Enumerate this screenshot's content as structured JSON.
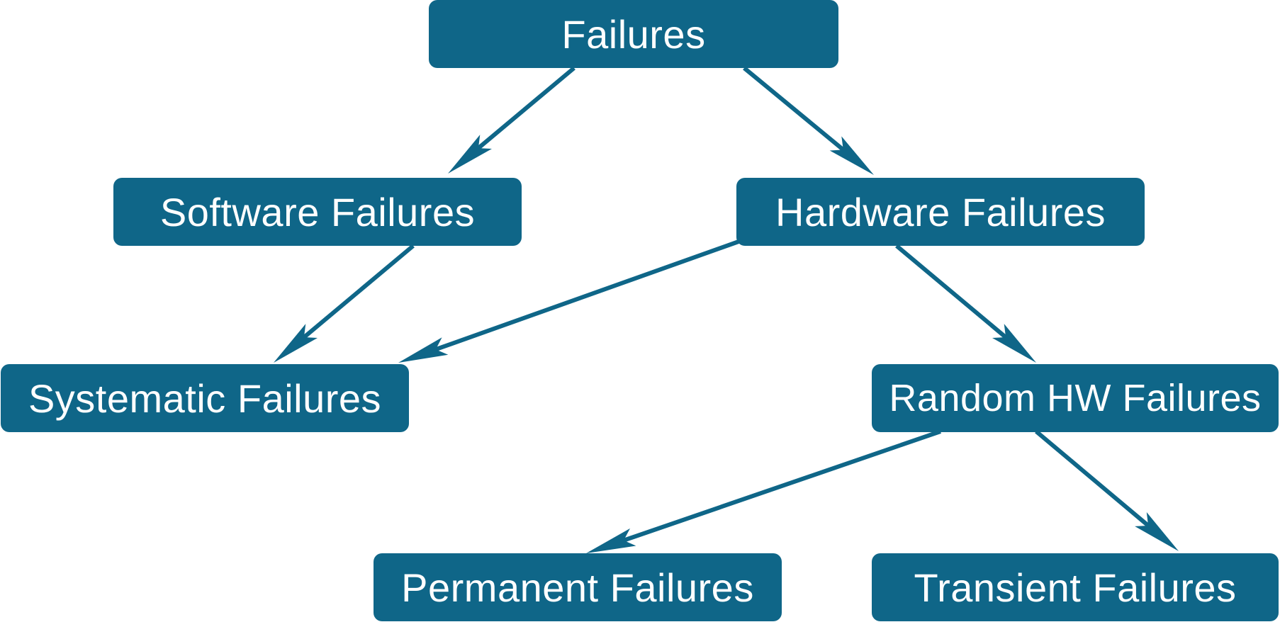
{
  "colors": {
    "node_fill": "#0f6688",
    "node_text": "#ffffff",
    "edge": "#0f6688",
    "background": "#ffffff"
  },
  "nodes": {
    "failures": "Failures",
    "software": "Software Failures",
    "hardware": "Hardware Failures",
    "systematic": "Systematic Failures",
    "random": "Random HW Failures",
    "permanent": "Permanent Failures",
    "transient": "Transient Failures"
  },
  "edges": [
    {
      "from": "failures",
      "to": "software"
    },
    {
      "from": "failures",
      "to": "hardware"
    },
    {
      "from": "software",
      "to": "systematic"
    },
    {
      "from": "hardware",
      "to": "systematic"
    },
    {
      "from": "hardware",
      "to": "random"
    },
    {
      "from": "random",
      "to": "permanent"
    },
    {
      "from": "random",
      "to": "transient"
    }
  ]
}
